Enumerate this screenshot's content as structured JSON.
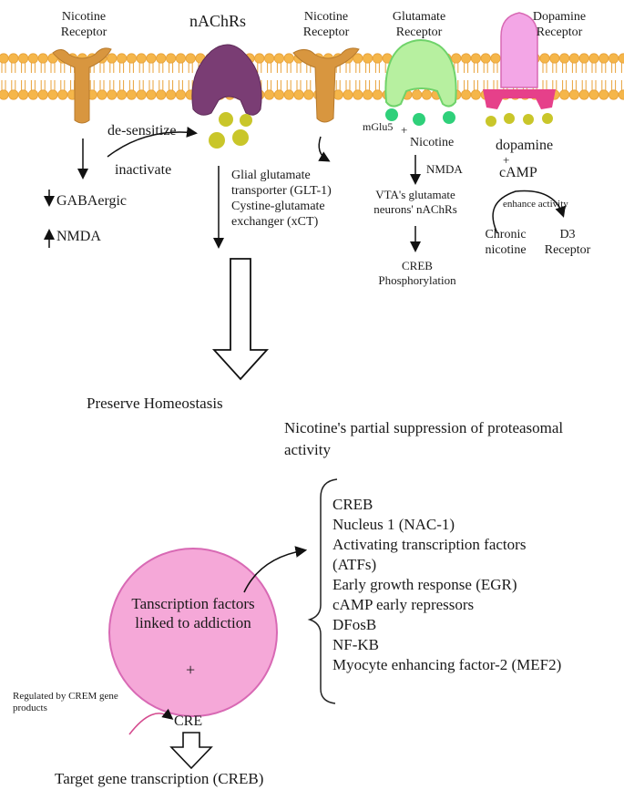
{
  "receptors": {
    "nicotine_left": "Nicotine\nReceptor",
    "nachrs": "nAChRs",
    "nicotine_mid": "Nicotine\nReceptor",
    "glutamate": "Glutamate\nReceptor",
    "dopamine": "Dopamine\nReceptor"
  },
  "left_branch": {
    "gabaergic": "GABAergic",
    "nmda": "NMDA",
    "desensitize": "de-sensitize",
    "inactivate": "inactivate"
  },
  "middle_branch": {
    "transporters": "Glial glutamate\ntransporter (GLT-1)\nCystine-glutamate\nexchanger (xCT)"
  },
  "glutamate_branch": {
    "mglu5": "mGlu5",
    "plus": "+",
    "nicotine": "Nicotine",
    "nmda": "NMDA",
    "vta": "VTA's glutamate\nneurons' nAChRs",
    "creb": "CREB\nPhosphorylation"
  },
  "dopamine_branch": {
    "dopamine": "dopamine",
    "plus": "+",
    "camp": "cAMP",
    "enhance": "enhance activity",
    "chronic": "Chronic\nnicotine",
    "d3": "D3\nReceptor"
  },
  "homeostasis": "Preserve Homeostasis",
  "proteasomal": "Nicotine's partial suppression of proteasomal\nactivity",
  "circle": {
    "label": "Tanscription factors\nlinked to addiction",
    "plus": "+"
  },
  "factors": [
    "CREB",
    "Nucleus 1 (NAC-1)",
    "Activating transcription factors",
    "(ATFs)",
    "Early growth response (EGR)",
    "cAMP early repressors",
    "DFosB",
    "NF-KB",
    "Myocyte enhancing factor-2 (MEF2)"
  ],
  "crem": "Regulated by CREM gene\nproducts",
  "cre": "CRE",
  "target": "Target gene transcription (CREB)",
  "colors": {
    "membrane": "#f5b64a",
    "membrane_line": "#e8a23a",
    "nicotine_receptor": "#d8963f",
    "nachrs": "#7a3d74",
    "yellow_dot": "#c9c62a",
    "glutamate": "#b7f0a0",
    "glutamate_edge": "#6fd36a",
    "green_dot": "#2fd07a",
    "dopamine": "#f3a6e6",
    "dopamine_base": "#e6408a",
    "circle": "#f5a8d8",
    "circle_edge": "#d869b4"
  }
}
